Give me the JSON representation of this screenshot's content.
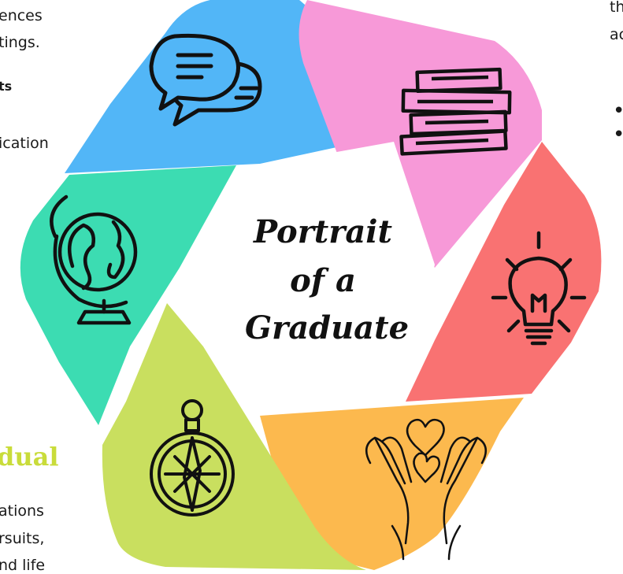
{
  "title_lines": [
    "Portrait",
    "of a",
    "Graduate"
  ],
  "left_fragments": [
    "ences",
    "tings.",
    "ts",
    "ication"
  ],
  "bottom_left_heading": "dual",
  "bottom_left_fragments": [
    "ations",
    "rsuits,",
    "nd life"
  ],
  "right_fragments": [
    "th",
    "ac"
  ],
  "right_bullets": [
    "•",
    "•"
  ],
  "segments": [
    {
      "name": "communication",
      "color": "#52b6f7",
      "icon": "speech-bubbles-icon"
    },
    {
      "name": "knowledge",
      "color": "#f799d8",
      "icon": "books-icon"
    },
    {
      "name": "innovation",
      "color": "#f97272",
      "icon": "lightbulb-icon"
    },
    {
      "name": "compassion",
      "color": "#fcb94e",
      "icon": "hands-heart-icon"
    },
    {
      "name": "direction",
      "color": "#c9df5f",
      "icon": "compass-icon"
    },
    {
      "name": "global",
      "color": "#3cdcb2",
      "icon": "globe-icon"
    }
  ]
}
